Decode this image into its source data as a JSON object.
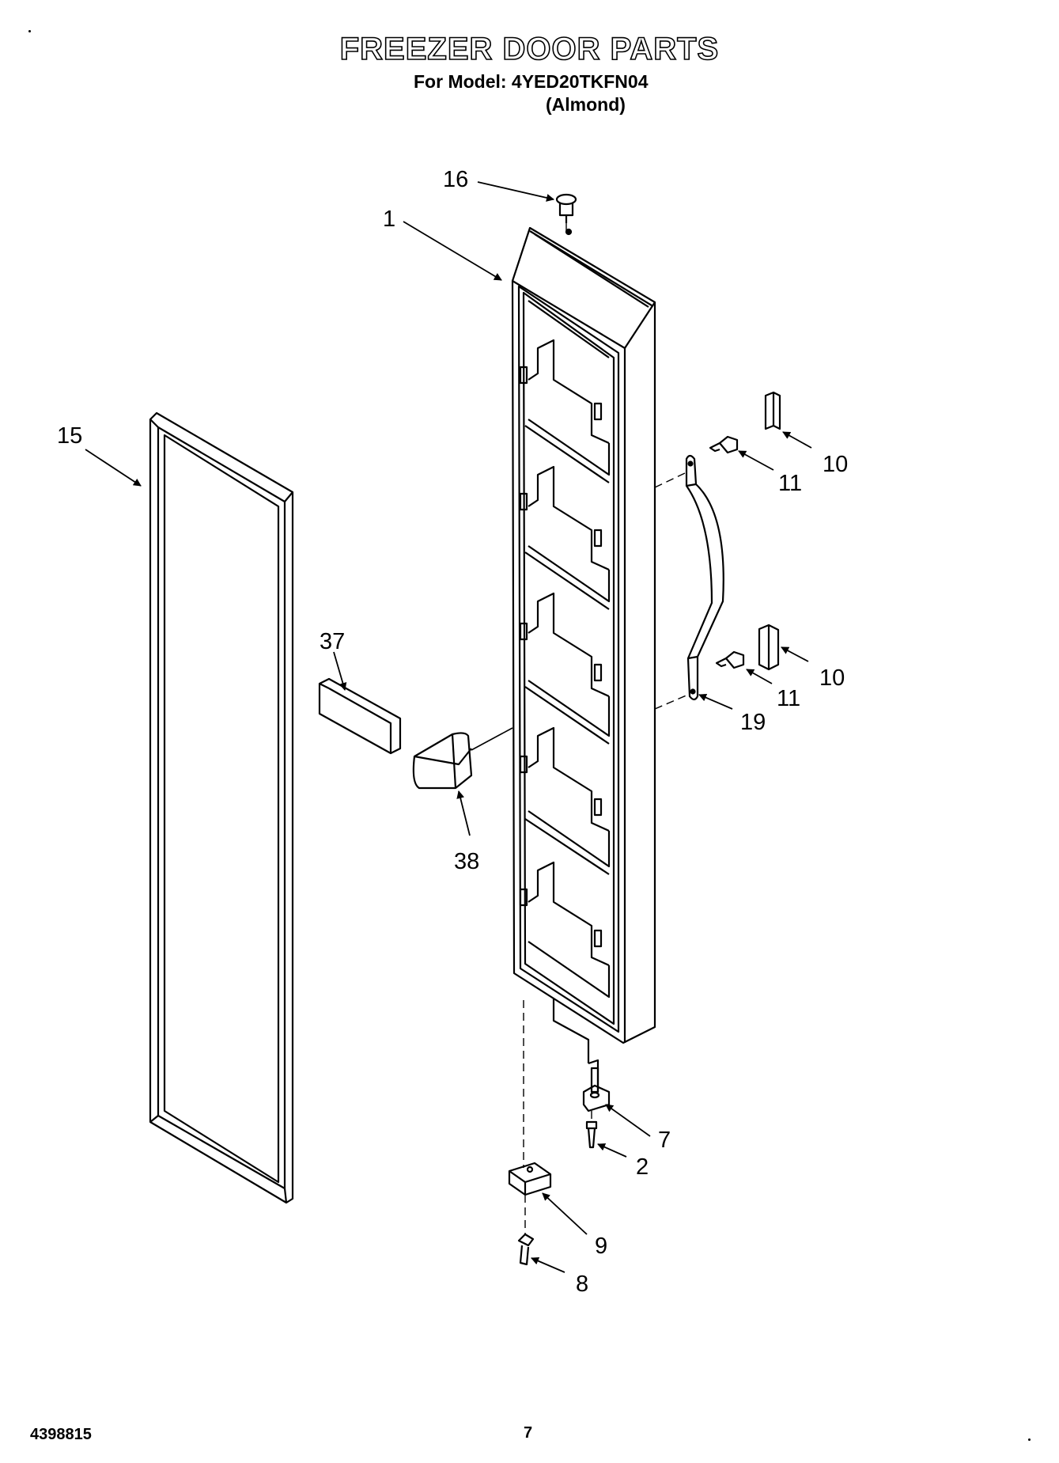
{
  "header": {
    "title": "FREEZER DOOR PARTS",
    "model_line": "For Model: 4YED20TKFN04",
    "color_note": "(Almond)"
  },
  "callouts": [
    {
      "id": "c16",
      "label": "16"
    },
    {
      "id": "c1",
      "label": "1"
    },
    {
      "id": "c15",
      "label": "15"
    },
    {
      "id": "c10a",
      "label": "10"
    },
    {
      "id": "c11a",
      "label": "11"
    },
    {
      "id": "c10b",
      "label": "10"
    },
    {
      "id": "c11b",
      "label": "11"
    },
    {
      "id": "c19",
      "label": "19"
    },
    {
      "id": "c37",
      "label": "37"
    },
    {
      "id": "c38",
      "label": "38"
    },
    {
      "id": "c7",
      "label": "7"
    },
    {
      "id": "c2",
      "label": "2"
    },
    {
      "id": "c9",
      "label": "9"
    },
    {
      "id": "c8",
      "label": "8"
    }
  ],
  "footer": {
    "doc_number": "4398815",
    "page_number": "7"
  }
}
